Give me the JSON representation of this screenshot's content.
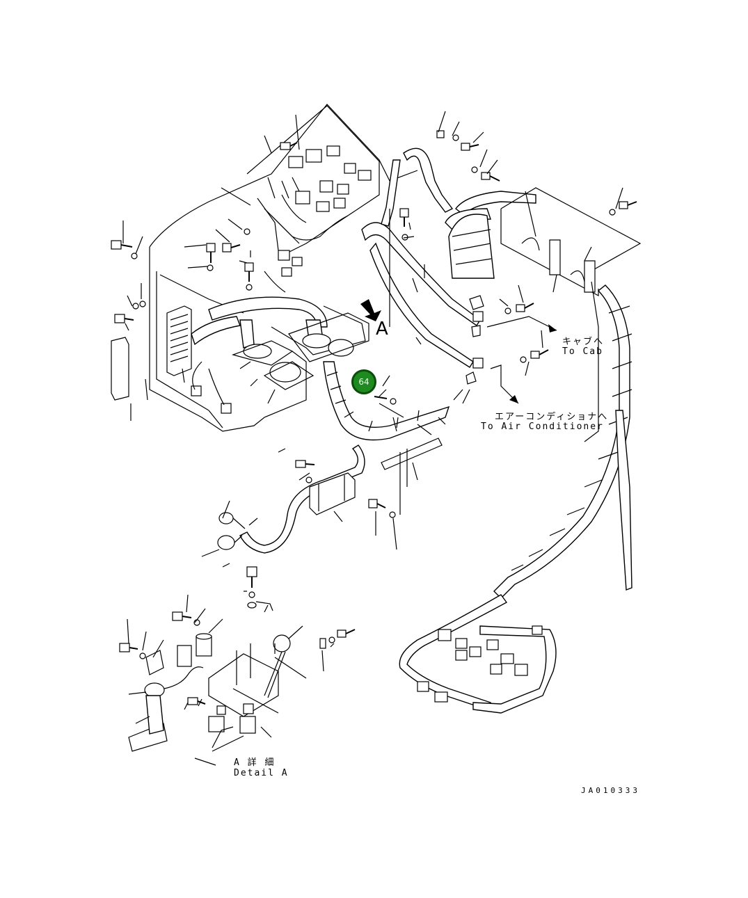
{
  "diagram": {
    "detail_letter": "A",
    "labels": {
      "to_cab_jp": "キャブへ",
      "to_cab_en": "To Cab",
      "to_ac_jp": "エアーコンディショナへ",
      "to_ac_en": "To Air Conditioner",
      "detail_jp": "A 詳 細",
      "detail_en": "Detail A",
      "drawing_no": "JA010333"
    },
    "callout": {
      "number": "64",
      "fill_color": "#1f8a1f",
      "border_color": "#0a4e0a"
    }
  }
}
